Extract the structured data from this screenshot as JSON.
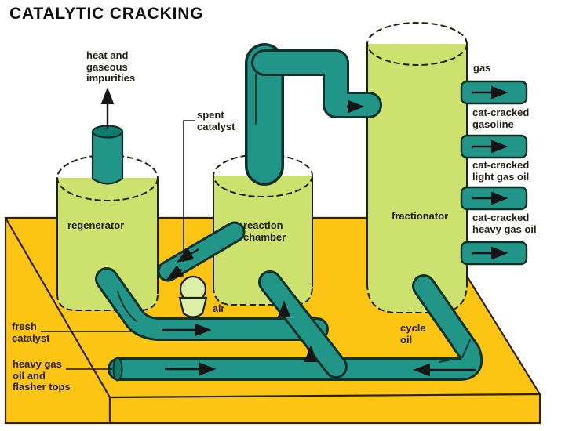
{
  "title": "CATALYTIC CRACKING",
  "vessels": {
    "regenerator": "regenerator",
    "reaction_chamber": "reaction\nchamber",
    "fractionator": "fractionator"
  },
  "streams": {
    "heat_impurities": "heat and\ngaseous\nimpurities",
    "spent_catalyst": "spent\ncatalyst",
    "air": "air",
    "fresh_catalyst": "fresh\ncatalyst",
    "heavy_gas_oil": "heavy gas\noil and\nflasher tops",
    "cycle_oil": "cycle\noil"
  },
  "outputs": [
    {
      "label": "gas"
    },
    {
      "label": "cat-cracked\ngasoline"
    },
    {
      "label": "cat-cracked\nlight gas oil"
    },
    {
      "label": "cat-cracked\nheavy gas oil"
    }
  ],
  "colors": {
    "platform": "#fdc513",
    "vessel_fill": "#cde26e",
    "pipe_fill": "#219688",
    "pipe_dark_cap": "#117a6b",
    "pipe_outline": "#10302a",
    "funnel_fill": "#dcefa6",
    "text": "#231e14",
    "background": "#ffffff"
  }
}
